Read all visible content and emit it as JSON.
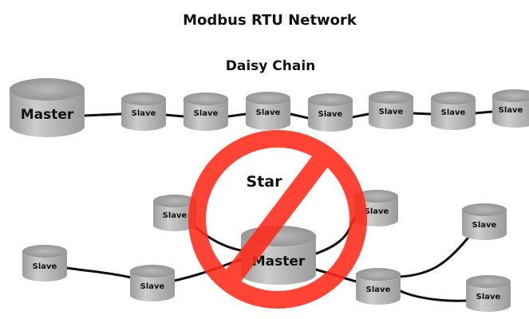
{
  "title": "Modbus RTU Network",
  "sections": {
    "daisy_chain": "Daisy Chain",
    "star": "Star"
  },
  "labels": {
    "master": "Master",
    "slave": "Slave"
  },
  "colors": {
    "cylinder_top": "#a8a8a8",
    "cylinder_body": "#bfbfbf",
    "cylinder_shade": "#8f8f8f",
    "cable": "#111111",
    "prohibition": "#ff2a1a"
  },
  "icons": {
    "prohibition": "no-symbol-icon"
  }
}
